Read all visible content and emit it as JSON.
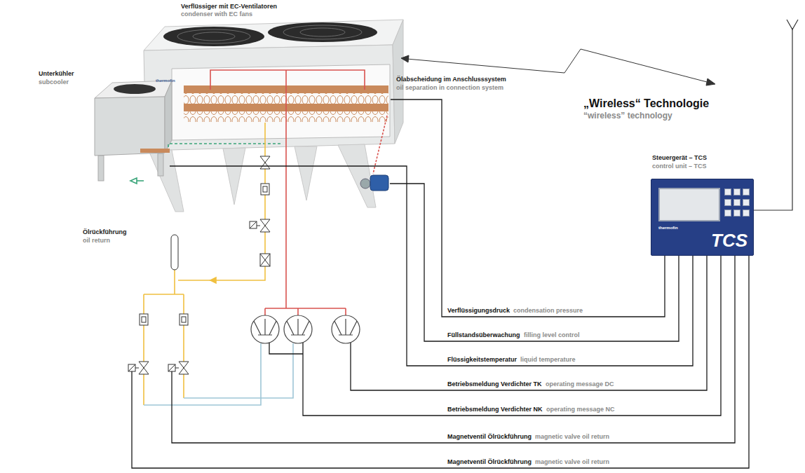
{
  "diagram": {
    "nodes": [
      {
        "text": [
          "Steuergerät – TCS",
          "control unit – TCS",
          "thermofin",
          "TCS"
        ]
      }
    ],
    "labels": [
      "Verflüssiger mit EC-Ventilatoren",
      "condenser with EC fans",
      "thermofin",
      "Ölabscheidung im Anschlusssystem",
      "oil separation in connection system",
      "„Wireless“ Technologie",
      "“wireless” technology",
      "Unterkühler",
      "subcooler",
      "Ölrückführung",
      "oil return",
      "Verflüssigungsdruck",
      "condensation pressure",
      "Füllstandsüberwachung",
      "filling level control",
      "Flüssigkeitstemperatur",
      "liquid temperature",
      "Betriebsmeldung Verdichter TK",
      "operating message DC",
      "Betriebsmeldung Verdichter NK",
      "operating message NC",
      "Magnetventil Ölrückführung",
      "magnetic valve oil return",
      "Magnetventil Ölrückführung",
      "magnetic valve oil return"
    ]
  }
}
